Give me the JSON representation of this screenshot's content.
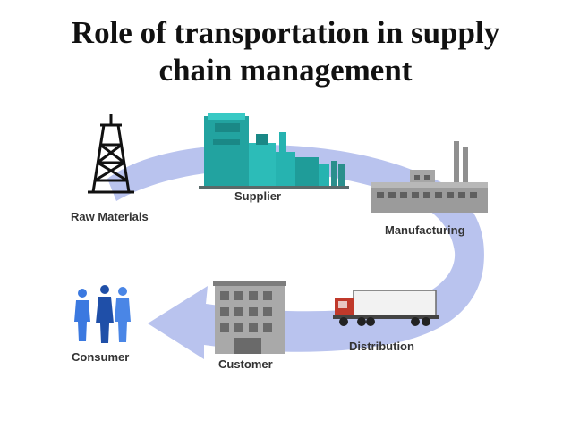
{
  "title": {
    "line1": "Role of transportation in supply",
    "line2": "chain management"
  },
  "labels": {
    "raw_materials": "Raw Materials",
    "supplier": "Supplier",
    "manufacturing": "Manufacturing",
    "distribution": "Distribution",
    "customer": "Customer",
    "consumer": "Consumer"
  },
  "icons": {
    "raw_materials": "oil-derrick-icon",
    "supplier": "refinery-plant-icon",
    "manufacturing": "factory-icon",
    "distribution": "truck-icon",
    "customer": "store-building-icon",
    "consumer": "people-icon"
  },
  "colors": {
    "flow_arrow": "#b9c3ee",
    "plant_teal": "#26b3b0",
    "building_grey": "#9b9b9b",
    "truck_cab": "#c0392b",
    "people_blue": "#2f67d6"
  }
}
